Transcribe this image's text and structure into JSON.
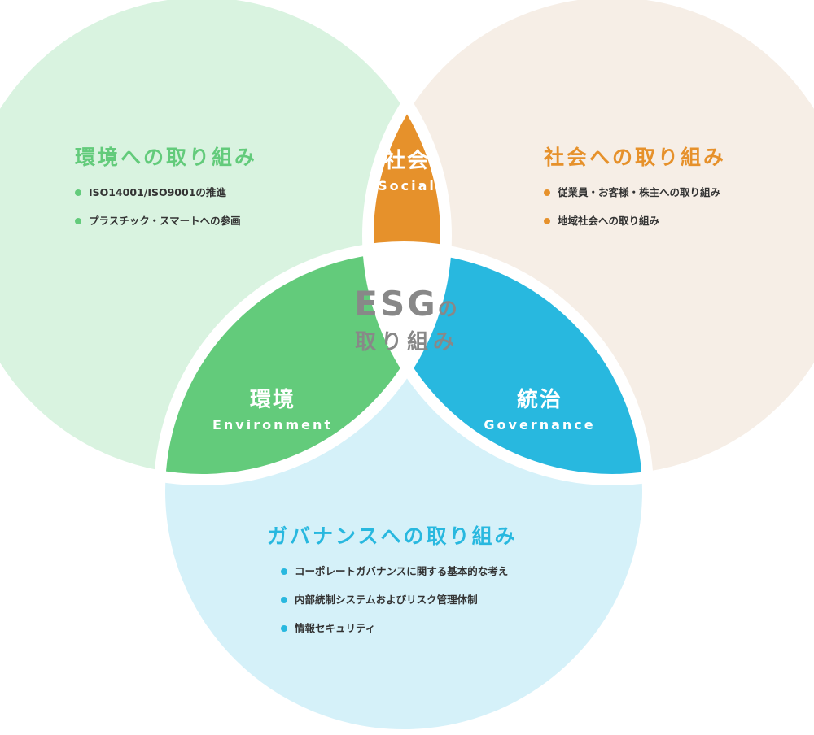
{
  "colors": {
    "environment": "#63cb7b",
    "environment_bg": "#d9f3e0",
    "social": "#e6912b",
    "social_bg": "#f6eee6",
    "governance": "#28b8df",
    "governance_bg": "#d5f1f9",
    "center_text": "#888888",
    "body_text": "#333333"
  },
  "center": {
    "line1": "ESG",
    "line1_suffix": "の",
    "line2": "取り組み"
  },
  "petals": {
    "social": {
      "jp": "社会",
      "en": "Social"
    },
    "environment": {
      "jp": "環境",
      "en": "Environment"
    },
    "governance": {
      "jp": "統治",
      "en": "Governance"
    }
  },
  "sections": {
    "environment": {
      "title": "環境への取り組み",
      "items": [
        "ISO14001/ISO9001の推進",
        "プラスチック・スマートへの参画"
      ]
    },
    "social": {
      "title": "社会への取り組み",
      "items": [
        "従業員・お客様・株主への取り組み",
        "地域社会への取り組み"
      ]
    },
    "governance": {
      "title": "ガバナンスへの取り組み",
      "items": [
        "コーポレートガバナンスに関する基本的な考え",
        "内部統制システムおよびリスク管理体制",
        "情報セキュリティ"
      ]
    }
  }
}
